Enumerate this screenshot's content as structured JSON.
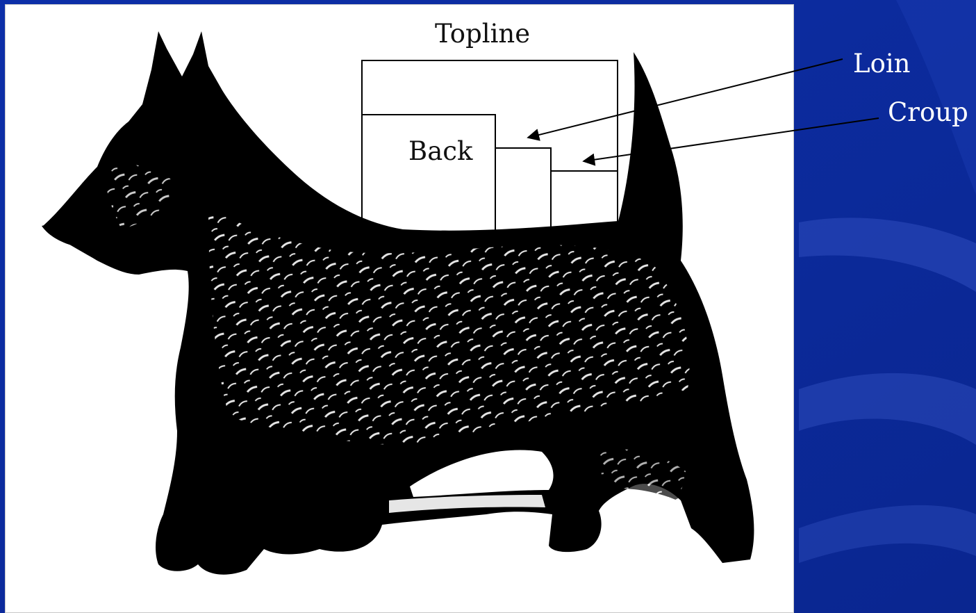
{
  "labels": {
    "topline": "Topline",
    "back": "Back",
    "loin": "Loin",
    "croup": "Croup"
  },
  "figure": {
    "subject": "scottish-terrier-silhouette"
  },
  "colors": {
    "slide_background": "#0a2a9a",
    "panel_background": "#ffffff",
    "dog_fill": "#000000",
    "annotation_stroke": "#000000",
    "side_label_text": "#ffffff"
  }
}
